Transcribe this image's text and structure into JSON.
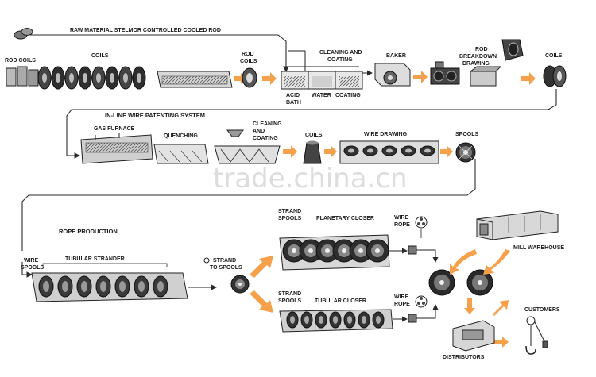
{
  "colors": {
    "arrow_fill": "#f5a04a",
    "line": "#2a2a2a",
    "machine_dark": "#3a3a3a",
    "machine_mid": "#8a8a8a",
    "machine_light": "#c8c8c8",
    "watermark": "#d0d0d0"
  },
  "watermark": "trade.china.cn",
  "row1": {
    "title": "RAW MATERIAL STELMOR CONTROLLED COOLED ROD",
    "rod_coils_left": "ROD COILS",
    "coils": "COILS",
    "rod_coils_mid": [
      "ROD",
      "COILS"
    ],
    "cleaning_coating": [
      "CLEANING AND",
      "COATING"
    ],
    "acid_bath": [
      "ACID",
      "BATH"
    ],
    "water": "WATER",
    "coating": "COATING",
    "baker": "BAKER",
    "rod_breakdown": [
      "ROD",
      "BREAKDOWN",
      "DRAWING"
    ],
    "coils_right": "COILS"
  },
  "row2": {
    "title": "IN-LINE WIRE PATENTING SYSTEM",
    "gas_furnace": "GAS FURNACE",
    "quenching": "QUENCHING",
    "cleaning_coating": [
      "CLEANING",
      "AND",
      "COATING"
    ],
    "coils": "COILS",
    "wire_drawing": "WIRE DRAWING",
    "spools": "SPOOLS"
  },
  "row3": {
    "title": "ROPE PRODUCTION",
    "wire_spools": [
      "WIRE",
      "SPOOLS"
    ],
    "tubular_strander": "TUBULAR STRANDER",
    "strand_to_spools": [
      "STRAND",
      "TO SPOOLS"
    ],
    "strand_spools_top": [
      "STRAND",
      "SPOOLS"
    ],
    "planetary_closer": "PLANETARY CLOSER",
    "wire_rope_top": [
      "WIRE",
      "ROPE"
    ],
    "strand_spools_bottom": [
      "STRAND",
      "SPOOLS"
    ],
    "tubular_closer": "TUBULAR CLOSER",
    "wire_rope_bottom": [
      "WIRE",
      "ROPE"
    ],
    "mill_warehouse": "MILL WAREHOUSE",
    "customers": "CUSTOMERS",
    "distributors": "DISTRIBUTORS"
  }
}
